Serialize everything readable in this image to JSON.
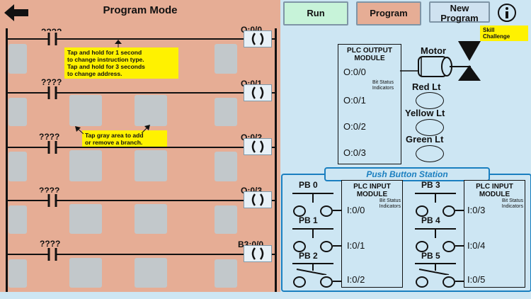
{
  "header": {
    "title": "Program Mode"
  },
  "buttons": {
    "run": "Run",
    "program": "Program",
    "new_program_1": "New",
    "new_program_2": "Program",
    "skill_1": "Skill",
    "skill_2": "Challenge"
  },
  "rungs": [
    {
      "contact": "????",
      "coil": "O:0/0"
    },
    {
      "contact": "????",
      "coil": "O:0/1"
    },
    {
      "contact": "????",
      "coil": "O:0/2"
    },
    {
      "contact": "????",
      "coil": "O:0/3"
    },
    {
      "contact": "????",
      "coil": "B3:0/0"
    }
  ],
  "notes": {
    "hold_1": "Tap and hold for 1 second",
    "hold_2": "to change instruction type.",
    "hold_3": "Tap and hold for 3 seconds",
    "hold_4": "to change address.",
    "gray_1": "Tap gray area to add",
    "gray_2": "or remove a branch."
  },
  "output_module": {
    "title_1": "PLC OUTPUT",
    "title_2": "MODULE",
    "sub_1": "Bit Status",
    "sub_2": "Indicators",
    "addrs": [
      "O:0/0",
      "O:0/1",
      "O:0/2",
      "O:0/3"
    ],
    "devices": [
      "Motor",
      "Red Lt",
      "Yellow Lt",
      "Green Lt"
    ]
  },
  "station": {
    "title": "Push Button Station",
    "mod_title_1": "PLC INPUT",
    "mod_title_2": "MODULE",
    "mod_sub_1": "Bit Status",
    "mod_sub_2": "Indicators",
    "left_pbs": [
      "PB 0",
      "PB 1",
      "PB 2"
    ],
    "left_addrs": [
      "I:0/0",
      "I:0/1",
      "I:0/2"
    ],
    "right_pbs": [
      "PB 3",
      "PB 4",
      "PB 5"
    ],
    "right_addrs": [
      "I:0/3",
      "I:0/4",
      "I:0/5"
    ]
  },
  "colors": {
    "ladder_bg": "#e6ad95",
    "panel_bg": "#cde6f3",
    "run": "#c7f3d9",
    "program": "#e6ad95",
    "new_program": "#cfe2f0",
    "note": "#fff200",
    "station_title": "#1a7fc0"
  }
}
